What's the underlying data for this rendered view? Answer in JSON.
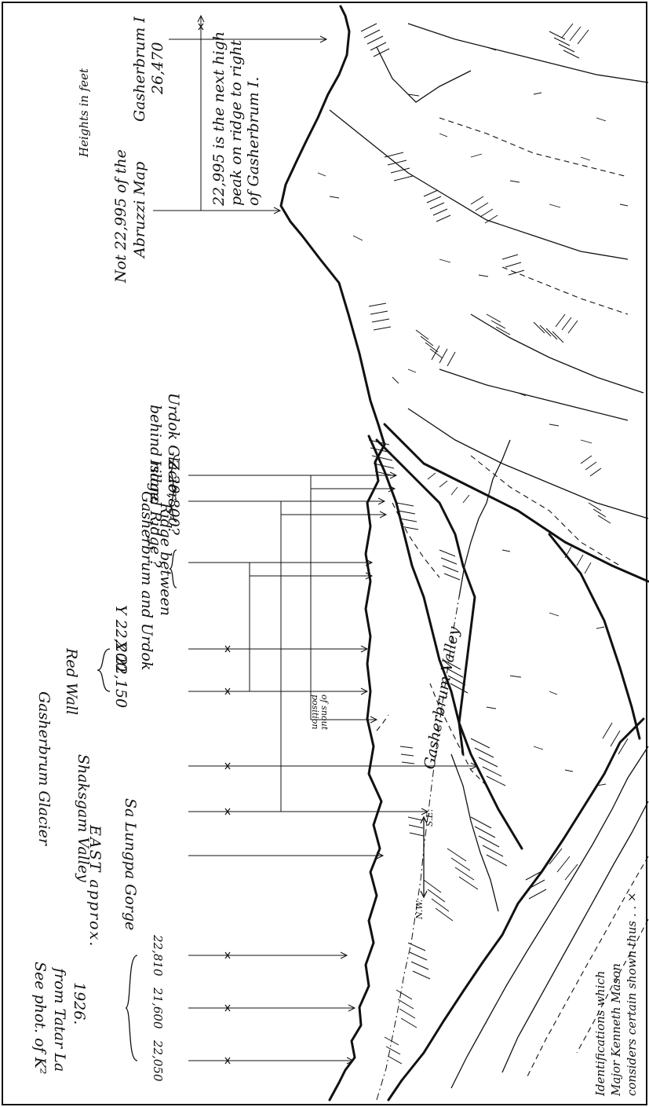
{
  "heights_note": "Heights in feet",
  "gasherbrum_i": {
    "name": "Gasherbrum I",
    "height": "26,470"
  },
  "not_abruzzi": {
    "line1": "Not 22,995 of the",
    "line2": "Abruzzi Map"
  },
  "next_peak_note": {
    "line1": "22,995 is the next high",
    "line2": "peak on ridge to right",
    "line3": "of Gasherbrum I."
  },
  "callouts": {
    "tatar_la": {
      "line1": "See phot. of K²",
      "line2": "from Tatar La",
      "line3": "1926."
    },
    "heights": [
      "22,050",
      "21,600",
      "22,810"
    ],
    "east": "EAST approx.",
    "sa_lungpa": "Sa Lungpa Gorge",
    "shaksgam": "Shaksgam Valley",
    "gasherbrum_glacier": "Gasherbrum Glacier",
    "x_peak": "X 22,150",
    "y_peak": "Y 22,200",
    "red_wall": "Red Wall",
    "ridge_between": {
      "line1": "Ridge between",
      "line2": "Gasherbrum and Urdok"
    },
    "z_peak": "Z 20,800?",
    "island_ridge": "Island Ridge ?",
    "urdok": {
      "line1": "Urdok Glacier",
      "line2": "behind ridge"
    },
    "snout": {
      "line1": "position",
      "line2": "of snout"
    }
  },
  "in_drawing": {
    "nw": "N.W.",
    "se": "S.E.",
    "valley_word": "Gasherbrum Valley"
  },
  "legend": {
    "line1": "Identifications which",
    "line2": "Major Kenneth Mason",
    "line3": "considers certain shown thus . . ×"
  }
}
